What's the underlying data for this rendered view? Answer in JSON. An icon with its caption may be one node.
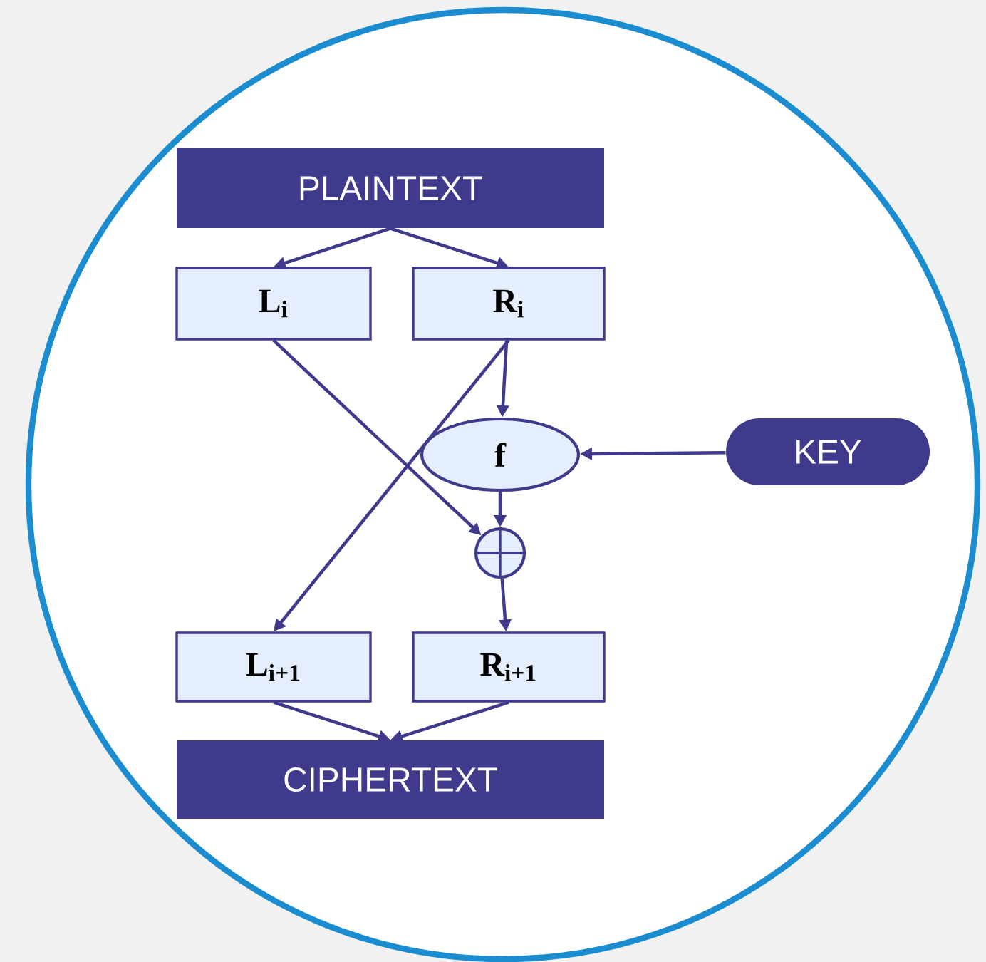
{
  "diagram": {
    "nodes": [
      {
        "text": [
          "PLAINTEXT"
        ]
      },
      {
        "text": [
          "L$_{i}$"
        ]
      },
      {
        "text": [
          "R$_{i}$"
        ]
      },
      {
        "text": [
          "f"
        ]
      },
      {
        "text": [
          "KEY"
        ]
      },
      {
        "text": [],
        "shape": "circle"
      },
      {
        "text": [
          "L$_{i+1}$"
        ]
      },
      {
        "text": [
          "R$_{i+1}$"
        ]
      },
      {
        "text": [
          "CIPHERTEXT"
        ]
      }
    ],
    "edges": [
      {
        "from": 0,
        "to": 1,
        "arrow": "to"
      },
      {
        "from": 0,
        "to": 2,
        "arrow": "to"
      },
      {
        "from": 1,
        "to": 5,
        "arrow": "to"
      },
      {
        "from": 2,
        "to": 6,
        "arrow": "to"
      },
      {
        "from": 2,
        "to": 3,
        "arrow": "to"
      },
      {
        "from": 4,
        "to": 3,
        "arrow": "to"
      },
      {
        "from": 3,
        "to": 5,
        "arrow": "to"
      },
      {
        "from": 5,
        "to": 7,
        "arrow": "to"
      },
      {
        "from": 6,
        "to": 8,
        "arrow": "to"
      },
      {
        "from": 7,
        "to": 8,
        "arrow": "to"
      }
    ]
  }
}
